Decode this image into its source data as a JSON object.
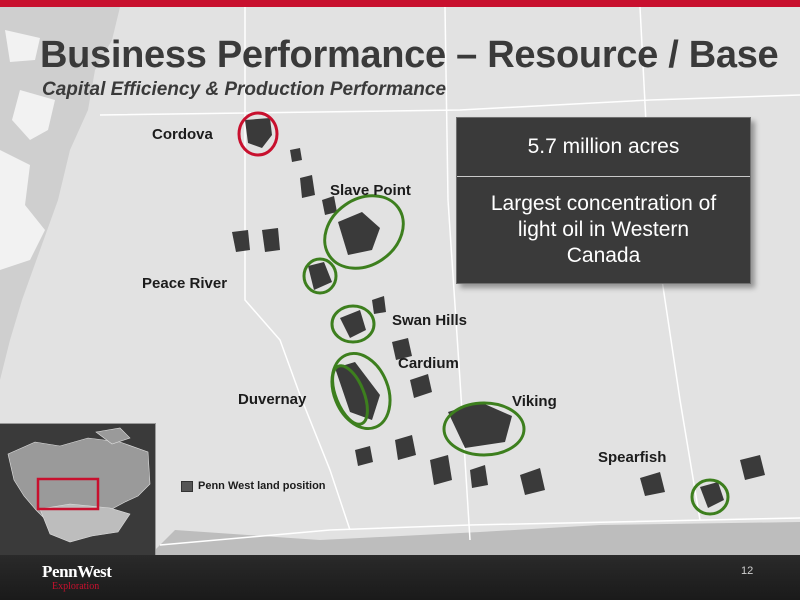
{
  "slide": {
    "title": "Business Performance – Resource / Base",
    "subtitle": "Capital Efficiency & Production Performance",
    "page_number": "12",
    "accent_color": "#c8102e",
    "highlight_color": "#3d7f1e"
  },
  "info_box": {
    "acreage": "5.7 million acres",
    "headline": "Largest concentration of light oil in Western Canada"
  },
  "legend": {
    "label": "Penn West land position"
  },
  "plays": [
    {
      "name": "Cordova",
      "highlight": "red"
    },
    {
      "name": "Slave Point",
      "highlight": "green"
    },
    {
      "name": "Peace River",
      "highlight": "green"
    },
    {
      "name": "Swan Hills",
      "highlight": "green"
    },
    {
      "name": "Cardium",
      "highlight": "green"
    },
    {
      "name": "Duvernay",
      "highlight": "green"
    },
    {
      "name": "Viking",
      "highlight": "green"
    },
    {
      "name": "Spearfish",
      "highlight": "green"
    }
  ],
  "logo": {
    "name": "PennWest",
    "tagline": "Exploration"
  }
}
